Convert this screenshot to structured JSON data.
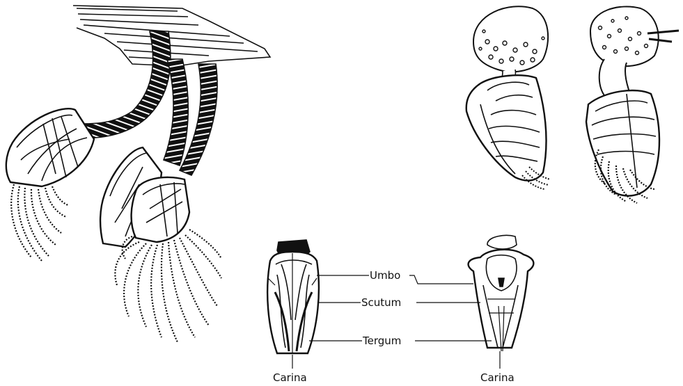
{
  "labels": {
    "umbo": "Umbo",
    "scutum": "Scutum",
    "tergum": "Tergum",
    "carina_left": "Carina",
    "carina_right": "Carina"
  },
  "colors": {
    "ink": "#111111",
    "paper": "#ffffff"
  }
}
